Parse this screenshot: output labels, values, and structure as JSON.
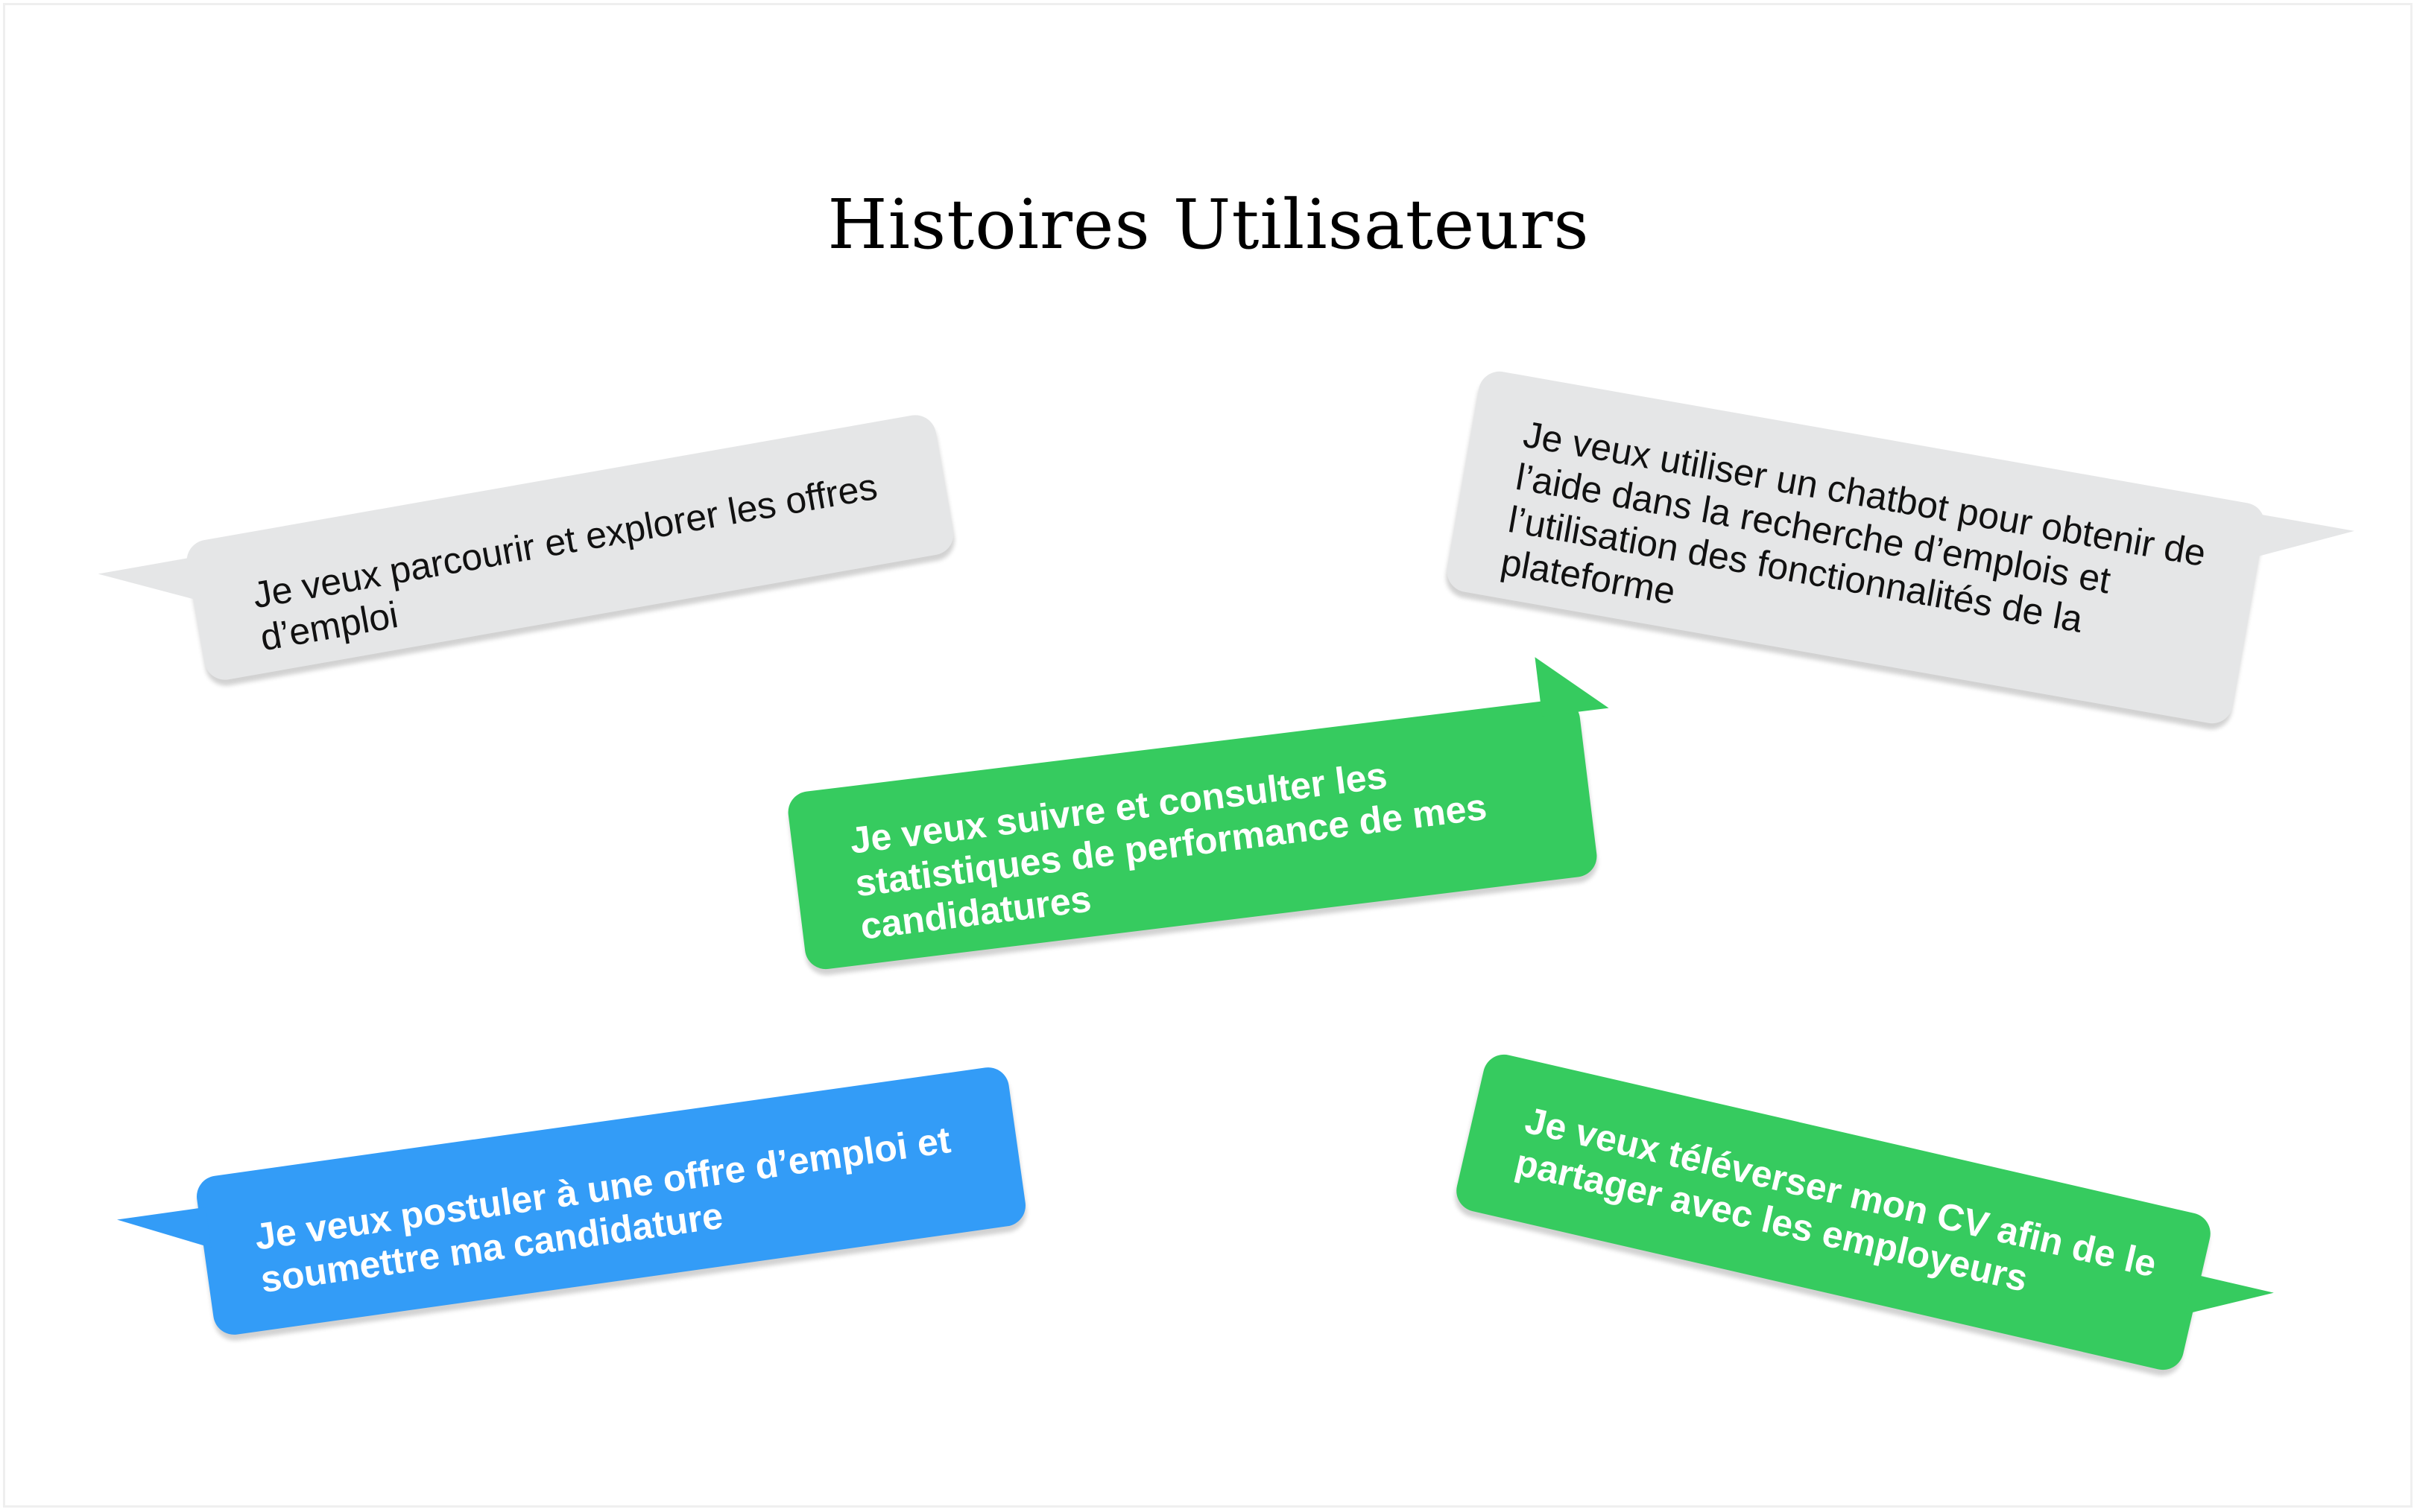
{
  "title": "Histoires Utilisateurs",
  "colors": {
    "gray_bubble": "#e5e6e7",
    "green_bubble": "#36cb5f",
    "blue_bubble": "#339cf7",
    "dark_text": "#111111",
    "light_text": "#ffffff"
  },
  "stories": [
    {
      "text": "Je veux parcourir et explorer les offres d’emploi",
      "color": "gray"
    },
    {
      "text": "Je veux utiliser un chatbot pour obtenir de l’aide dans la recherche d’emplois et l’utilisation des fonctionnalités de la plateforme",
      "color": "gray"
    },
    {
      "text": "Je veux suivre et consulter les statistiques de performance de mes candidatures",
      "color": "green"
    },
    {
      "text": "Je veux postuler à une offre d’emploi et soumettre ma candidature",
      "color": "blue"
    },
    {
      "text": "Je veux téléverser mon CV afin de le partager avec les employeurs",
      "color": "green"
    }
  ]
}
